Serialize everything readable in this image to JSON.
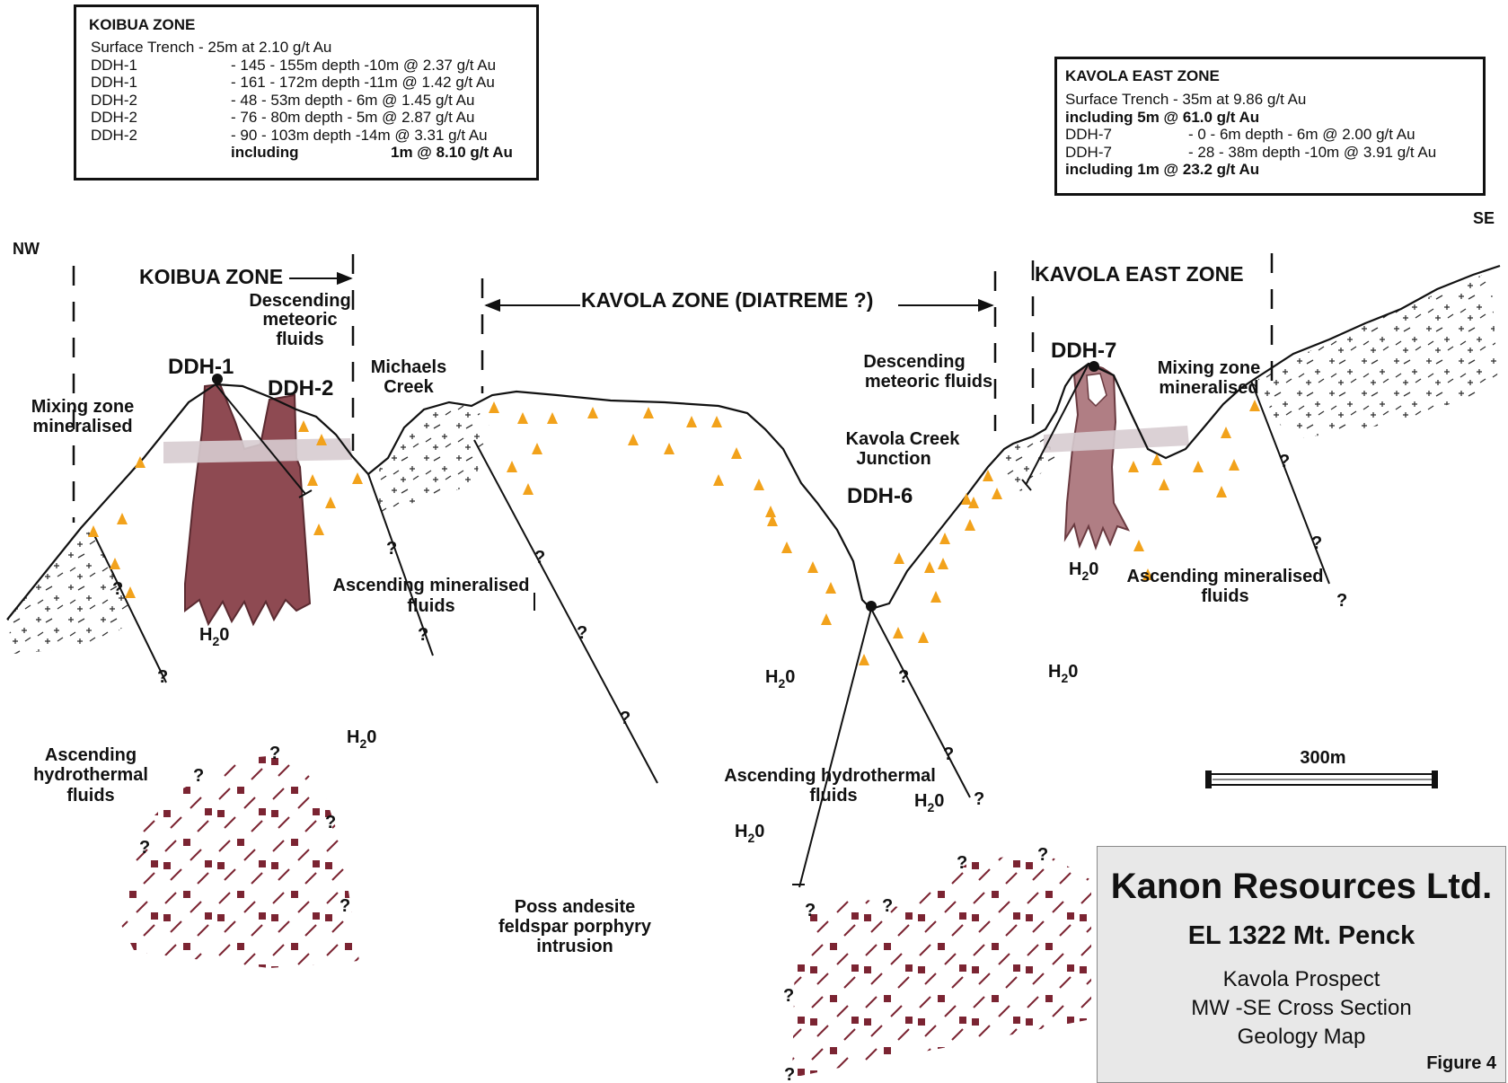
{
  "koibua_box": {
    "title": "KOIBUA ZONE",
    "rows": [
      {
        "a": "Surface Trench - 25m at 2.10 g/t Au",
        "b": "",
        "bold": false
      },
      {
        "a": "DDH-1",
        "b": "- 145 - 155m depth -10m @ 2.37 g/t Au",
        "bold": false
      },
      {
        "a": "DDH-1",
        "b": "- 161 - 172m depth -11m @ 1.42 g/t Au",
        "bold": false
      },
      {
        "a": "DDH-2",
        "b": "-   48 -   53m depth -  6m @ 1.45 g/t Au",
        "bold": false
      },
      {
        "a": "DDH-2",
        "b": "-   76 -   80m depth -  5m @ 2.87 g/t Au",
        "bold": false
      },
      {
        "a": "DDH-2",
        "b": "-   90 - 103m depth -14m @ 3.31 g/t Au",
        "bold": false
      }
    ],
    "including_label": "including",
    "including_value": "1m @ 8.10 g/t Au"
  },
  "kavola_east_box": {
    "title": "KAVOLA EAST ZONE",
    "rows": [
      {
        "a": "Surface Trench - 35m at 9.86 g/t Au",
        "b": "",
        "bold": false
      },
      {
        "a": "including 5m @ 61.0 g/t Au",
        "b": "",
        "bold": true
      },
      {
        "a": "DDH-7",
        "b": "-   0 -   6m depth -  6m @ 2.00 g/t Au",
        "bold": false
      },
      {
        "a": "DDH-7",
        "b": "- 28 - 38m depth -10m @ 3.91 g/t Au",
        "bold": false
      },
      {
        "a": "including 1m @ 23.2 g/t Au",
        "b": "",
        "bold": true
      }
    ]
  },
  "directions": {
    "nw": "NW",
    "se": "SE"
  },
  "zones": {
    "koibua": "KOIBUA ZONE",
    "kavola": "KAVOLA ZONE (DIATREME ?)",
    "kavola_east": "KAVOLA EAST ZONE"
  },
  "drillholes": {
    "ddh1": "DDH-1",
    "ddh2": "DDH-2",
    "ddh6": "DDH-6",
    "ddh7": "DDH-7"
  },
  "labels": {
    "descending_meteoric_1": "Descending",
    "descending_meteoric_2": "meteoric",
    "descending_meteoric_3": "fluids",
    "michaels_1": "Michaels",
    "michaels_2": "Creek",
    "mixing_left_1": "Mixing zone",
    "mixing_left_2": "mineralised",
    "desc_meteoric_right_1": "Descending",
    "desc_meteoric_right_2": "meteoric fluids",
    "kavola_creek_1": "Kavola Creek",
    "kavola_creek_2": "Junction",
    "mixing_right_1": "Mixing zone",
    "mixing_right_2": "mineralised",
    "asc_min_left_1": "Ascending mineralised",
    "asc_min_left_2": "fluids",
    "asc_min_right_1": "Ascending mineralised",
    "asc_min_right_2": "fluids",
    "asc_hydro_left_1": "Ascending",
    "asc_hydro_left_2": "hydrothermal",
    "asc_hydro_left_3": "fluids",
    "asc_hydro_mid_1": "Ascending hydrothermal",
    "asc_hydro_mid_2": "fluids",
    "intrusion_1": "Poss andesite",
    "intrusion_2": "feldspar porphyry",
    "intrusion_3": "intrusion",
    "h2o_h": "H",
    "h2o_sub": "2",
    "h2o_o": "0",
    "question": "?"
  },
  "scale": {
    "label": "300m"
  },
  "title_block": {
    "company": "Kanon Resources Ltd.",
    "licence": "EL 1322 Mt. Penck",
    "line1": "Kavola Prospect",
    "line2": "MW -SE Cross Section",
    "line3": "Geology Map",
    "figure": "Figure 4"
  },
  "colors": {
    "ore_orange": "#f2a21b",
    "intrusion_maroon": "#8e4a52",
    "ddh7_body": "#b07e84",
    "block_maroon": "#7b2432"
  }
}
